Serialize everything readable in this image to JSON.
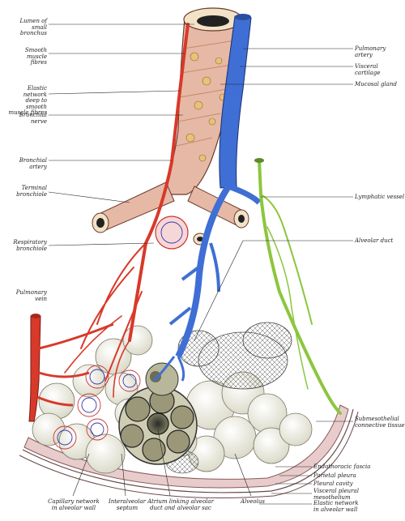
{
  "labels_left": {
    "lumen_small_bronchus": "Lumen of\nsmall bronchus",
    "smooth_muscle_fibres": "Smooth muscle\nfibres",
    "elastic_network_deep": "Elastic network\ndeep to smooth\nmuscle fibres",
    "bronchial_nerve": "Bronchial nerve",
    "bronchial_artery": "Bronchial artery",
    "terminal_bronchiole": "Terminal\nbronchiole",
    "respiratory_bronchiole": "Respiratory\nbronchiole",
    "pulmonary_vein": "Pulmonary\nvein"
  },
  "labels_right": {
    "pulmonary_artery": "Pulmonary artery",
    "visceral_cartilage": "Visceral cartilage",
    "mucosal_gland": "Mucosal gland",
    "lymphatic_vessel": "Lymphatic vessel",
    "alveolar_duct": "Alveolar duct",
    "submesothelial_tissue": "Submesothelial\nconnective tissue",
    "endothoracic_fascia": "Endothoracic fascia",
    "parietal_pleura": "Parietal pleura",
    "pleural_cavity": "Pleural cavity",
    "visceral_pleural_mesothelium": "Visceral pleural\nmesothelium",
    "elastic_network_alveolar": "Elastic network\nin alveolar wall"
  },
  "labels_bottom": {
    "capillary_network": "Capillary network\nin alveolar wall",
    "interalveolar_septum": "Interalveolar\nseptum",
    "atrium": "Atrium linking alveolar\nduct and alveolar sac",
    "alveolus": "Alveolus"
  },
  "colors": {
    "artery": "#d8392a",
    "vein_blue": "#3f6fd4",
    "lymph": "#8cc63f",
    "cartilage": "#e8c27a",
    "alveolus_fill": "#f1f0e6",
    "pleura": "#c7a3a3",
    "leader": "#222222"
  }
}
